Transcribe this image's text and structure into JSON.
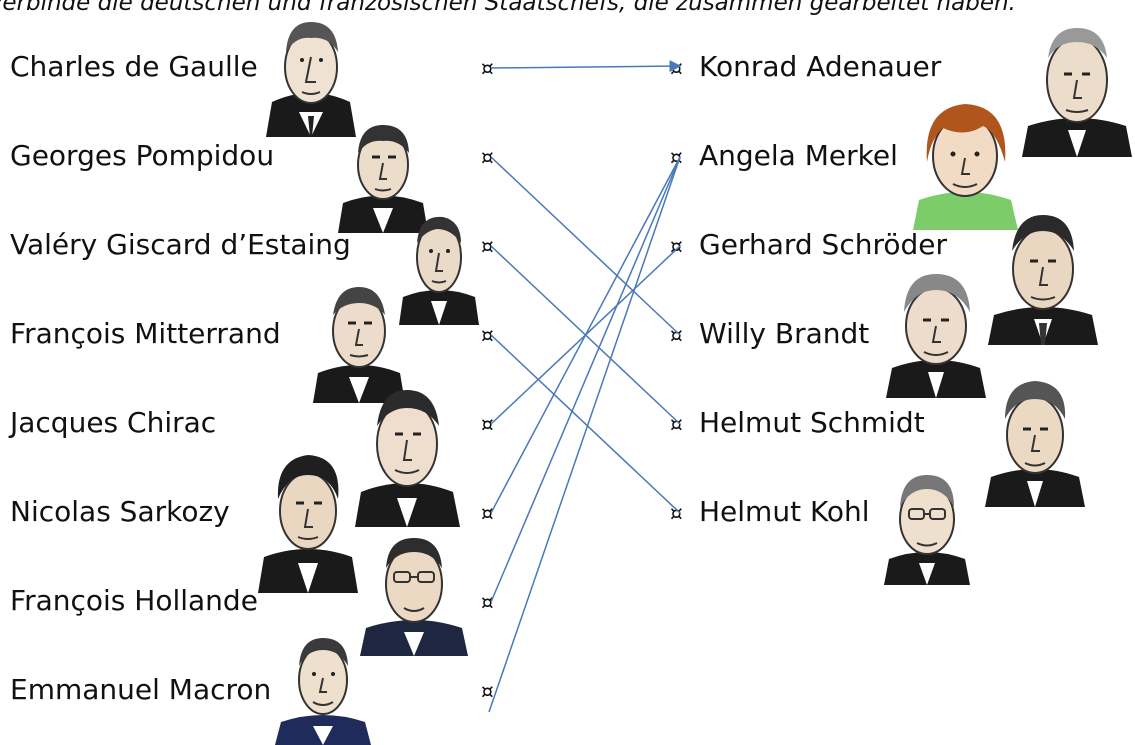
{
  "instruction": "Verbinde die deutschen und französischen Staatschefs, die zusammen gearbeitet haben.",
  "marker_symbol": "¤",
  "line_color": "#4a78b8",
  "french_leaders": [
    "Charles de Gaulle",
    "Georges Pompidou",
    "Valéry Giscard d’Estaing",
    "François Mitterrand",
    "Jacques Chirac",
    "Nicolas Sarkozy",
    "François Hollande",
    "Emmanuel Macron"
  ],
  "german_leaders": [
    "Konrad Adenauer",
    "Angela Merkel",
    "Gerhard Schröder",
    "Willy Brandt",
    "Helmut Schmidt",
    "Helmut Kohl"
  ],
  "connections": [
    {
      "from": "Charles de Gaulle",
      "to": "Konrad Adenauer"
    },
    {
      "from": "Georges Pompidou",
      "to": "Willy Brandt"
    },
    {
      "from": "Valéry Giscard d’Estaing",
      "to": "Helmut Schmidt"
    },
    {
      "from": "François Mitterrand",
      "to": "Helmut Kohl"
    },
    {
      "from": "Jacques Chirac",
      "to": "Gerhard Schröder"
    },
    {
      "from": "Nicolas Sarkozy",
      "to": "Angela Merkel"
    },
    {
      "from": "François Hollande",
      "to": "Angela Merkel"
    },
    {
      "from": "Emmanuel Macron",
      "to": "Angela Merkel"
    }
  ]
}
